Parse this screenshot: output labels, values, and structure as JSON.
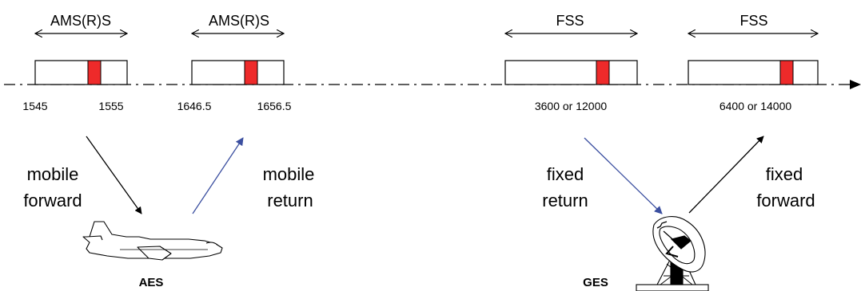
{
  "bands": [
    {
      "label": "AMS(R)S",
      "freq_low": "1545",
      "freq_high": "1555"
    },
    {
      "label": "AMS(R)S",
      "freq_low": "1646.5",
      "freq_high": "1656.5"
    },
    {
      "label": "FSS",
      "freq": "3600 or 12000"
    },
    {
      "label": "FSS",
      "freq": "6400 or 14000"
    }
  ],
  "links": {
    "mobile_forward": {
      "line1": "mobile",
      "line2": "forward",
      "color": "#000000"
    },
    "mobile_return": {
      "line1": "mobile",
      "line2": "return",
      "color": "#3b4fa0"
    },
    "fixed_return": {
      "line1": "fixed",
      "line2": "return",
      "color": "#3b4fa0"
    },
    "fixed_forward": {
      "line1": "fixed",
      "line2": "forward",
      "color": "#000000"
    }
  },
  "stations": {
    "aircraft": {
      "label": "AES",
      "icon": "aircraft-icon"
    },
    "ground": {
      "label": "GES",
      "icon": "satellite-dish-icon"
    }
  },
  "colors": {
    "allocation_marker": "#ee2a2a"
  }
}
